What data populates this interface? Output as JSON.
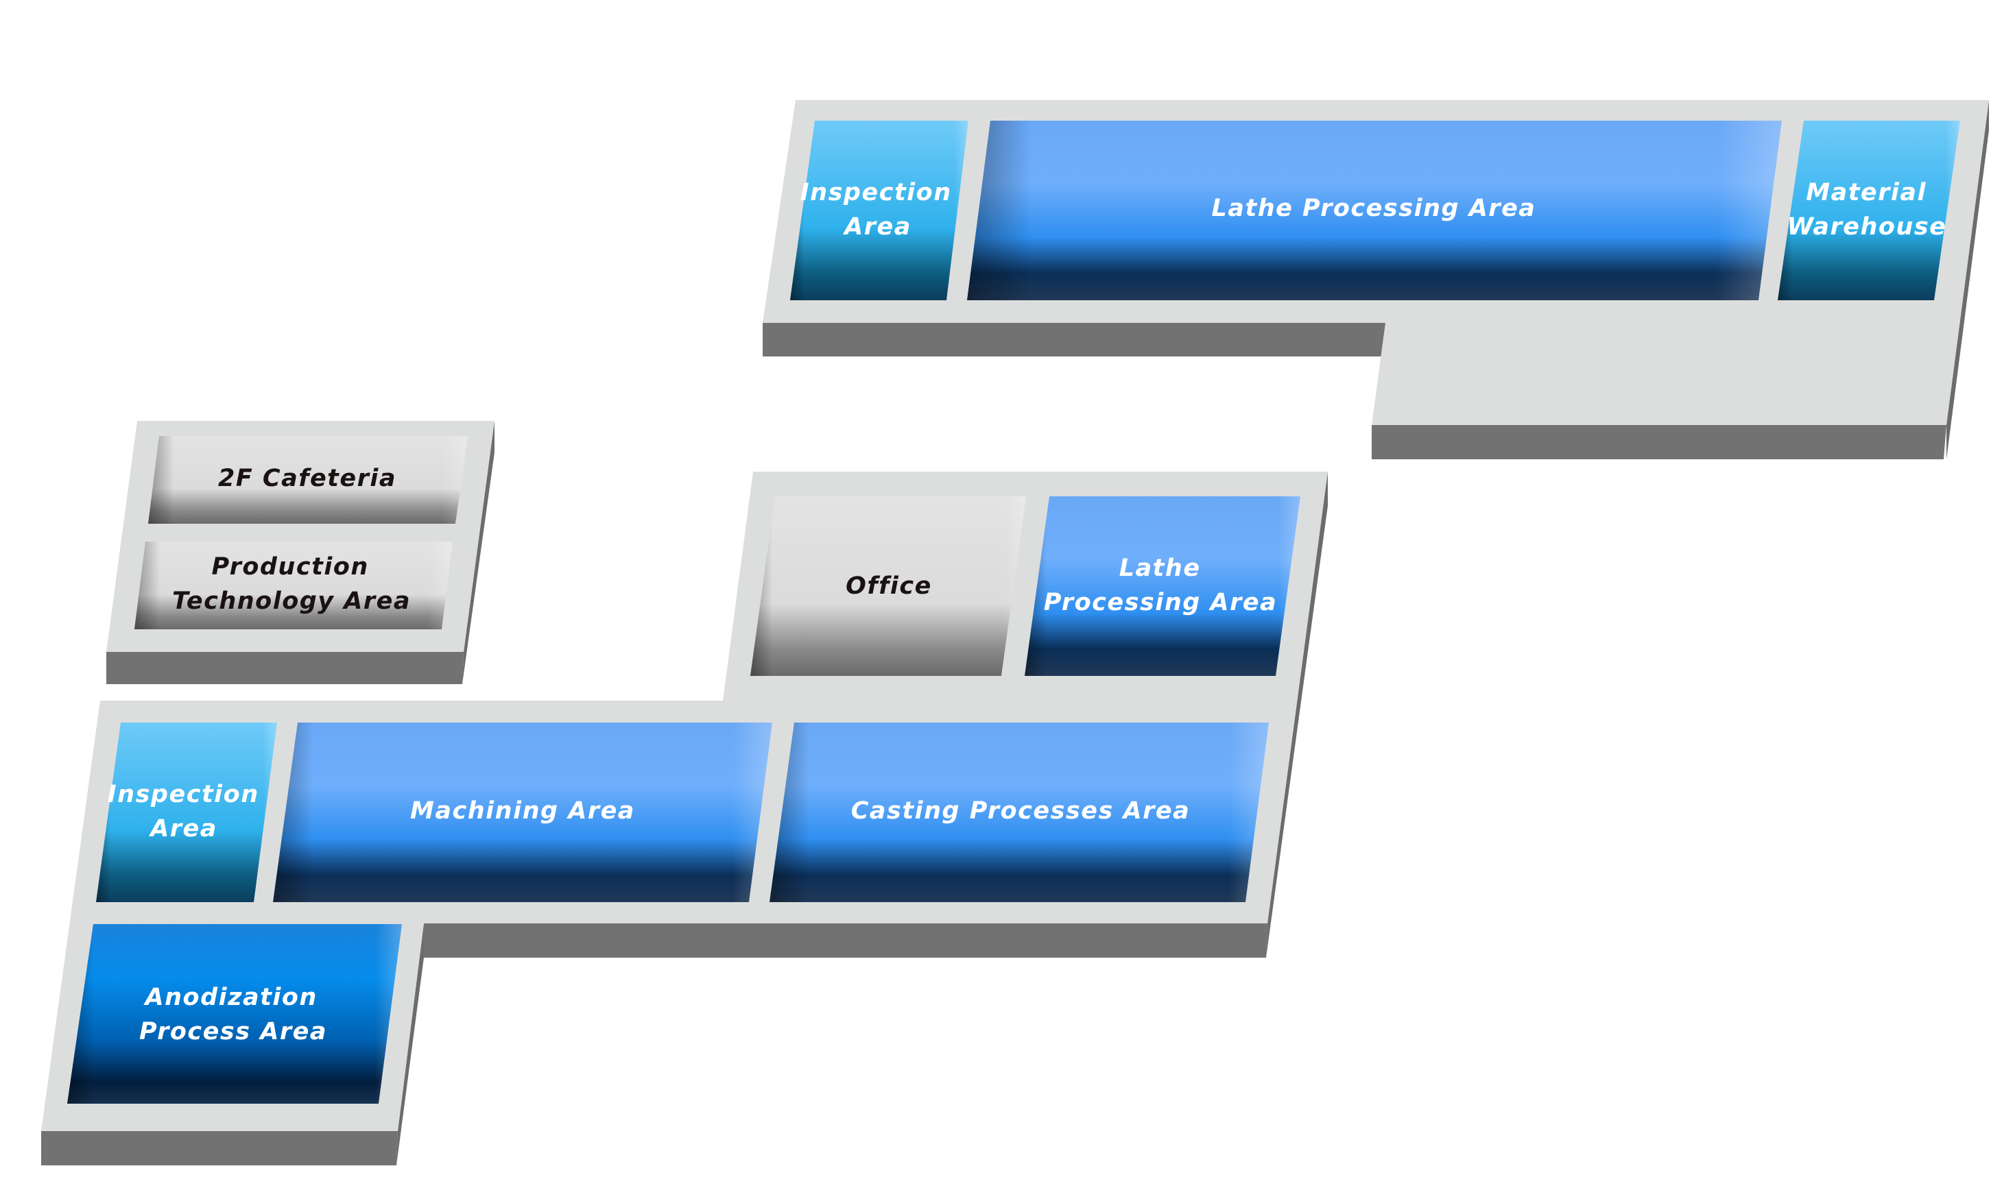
{
  "title": "Factory Floor Plan",
  "colors": {
    "floor": "#dcdedd",
    "floor_side": "#727272",
    "room_blue": "#4a9af0",
    "room_light_blue": "#3fb4ee",
    "room_deep_blue": "#0a78d8",
    "room_gray": "#d9dad9",
    "label_light": "#ffffff",
    "label_dark": "#1a1212"
  },
  "blocks": [
    {
      "id": "upper-building",
      "rooms": [
        {
          "id": "inspection-area-top",
          "lines": [
            "Inspection",
            "Area"
          ],
          "style": "light-blue"
        },
        {
          "id": "lathe-processing-area-top",
          "lines": [
            "Lathe Processing Area"
          ],
          "style": "blue"
        },
        {
          "id": "material-warehouse",
          "lines": [
            "Material",
            "Warehouse"
          ],
          "style": "light-blue"
        }
      ]
    },
    {
      "id": "second-floor-block",
      "rooms": [
        {
          "id": "2f-cafeteria",
          "lines": [
            "2F Cafeteria"
          ],
          "style": "gray"
        },
        {
          "id": "production-technology-area",
          "lines": [
            "Production",
            "Technology Area"
          ],
          "style": "gray"
        }
      ]
    },
    {
      "id": "main-building",
      "rooms": [
        {
          "id": "office",
          "lines": [
            "Office"
          ],
          "style": "gray"
        },
        {
          "id": "lathe-processing-area-main",
          "lines": [
            "Lathe",
            "Processing Area"
          ],
          "style": "blue"
        },
        {
          "id": "inspection-area-main",
          "lines": [
            "Inspection",
            "Area"
          ],
          "style": "light-blue"
        },
        {
          "id": "machining-area",
          "lines": [
            "Machining Area"
          ],
          "style": "blue"
        },
        {
          "id": "casting-processes-area",
          "lines": [
            "Casting Processes Area"
          ],
          "style": "blue"
        },
        {
          "id": "anodization-process-area",
          "lines": [
            "Anodization",
            "Process Area"
          ],
          "style": "deep-blue"
        }
      ]
    }
  ]
}
